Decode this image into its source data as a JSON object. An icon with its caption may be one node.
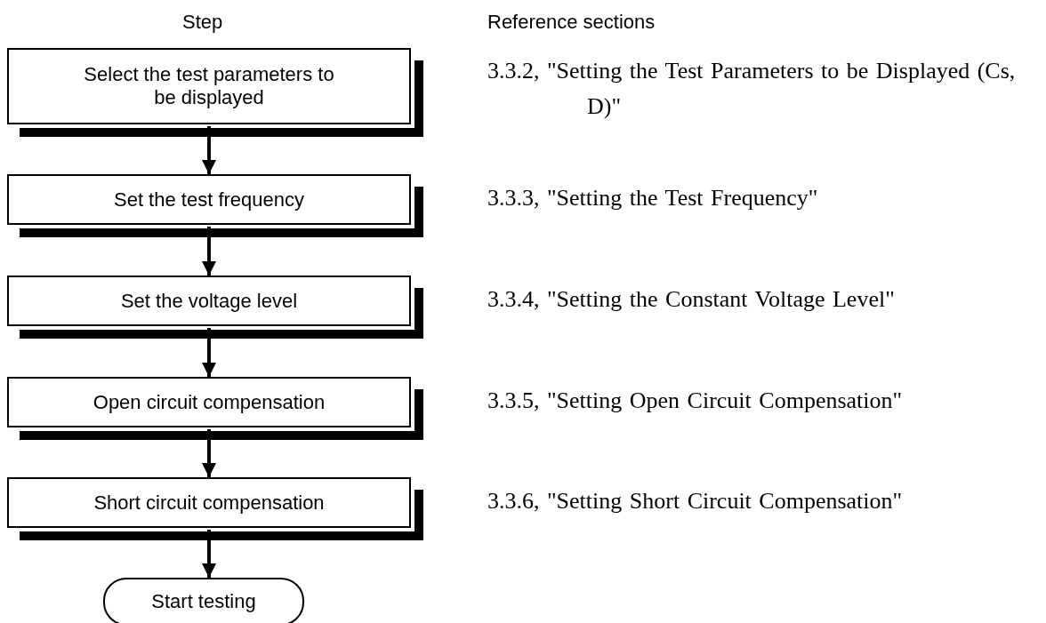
{
  "diagram": {
    "nodes": [
      {
        "text": [
          "Select the test parameters to be displayed"
        ],
        "beside": [
          "3.3.2, \"Setting the Test Parameters to be Displayed (Cs, D)\""
        ]
      },
      {
        "text": [
          "Set the test frequency"
        ],
        "beside": [
          "3.3.3, \"Setting the Test Frequency\""
        ]
      },
      {
        "text": [
          "Set the voltage level"
        ],
        "beside": [
          "3.3.4, \"Setting the Constant Voltage Level\""
        ]
      },
      {
        "text": [
          "Open circuit compensation"
        ],
        "beside": [
          "3.3.5, \"Setting Open Circuit Compensation\""
        ]
      },
      {
        "text": [
          "Short circuit compensation"
        ],
        "beside": [
          "3.3.6, \"Setting Short Circuit Compensation\""
        ]
      },
      {
        "text": [
          "Start testing"
        ]
      }
    ],
    "edges": [
      {
        "from": 0,
        "to": 1,
        "arrow": "to"
      },
      {
        "from": 1,
        "to": 2,
        "arrow": "to"
      },
      {
        "from": 2,
        "to": 3,
        "arrow": "to"
      },
      {
        "from": 3,
        "to": 4,
        "arrow": "to"
      },
      {
        "from": 4,
        "to": 5,
        "arrow": "to"
      }
    ],
    "labels": [
      "Step",
      "Reference sections"
    ]
  }
}
